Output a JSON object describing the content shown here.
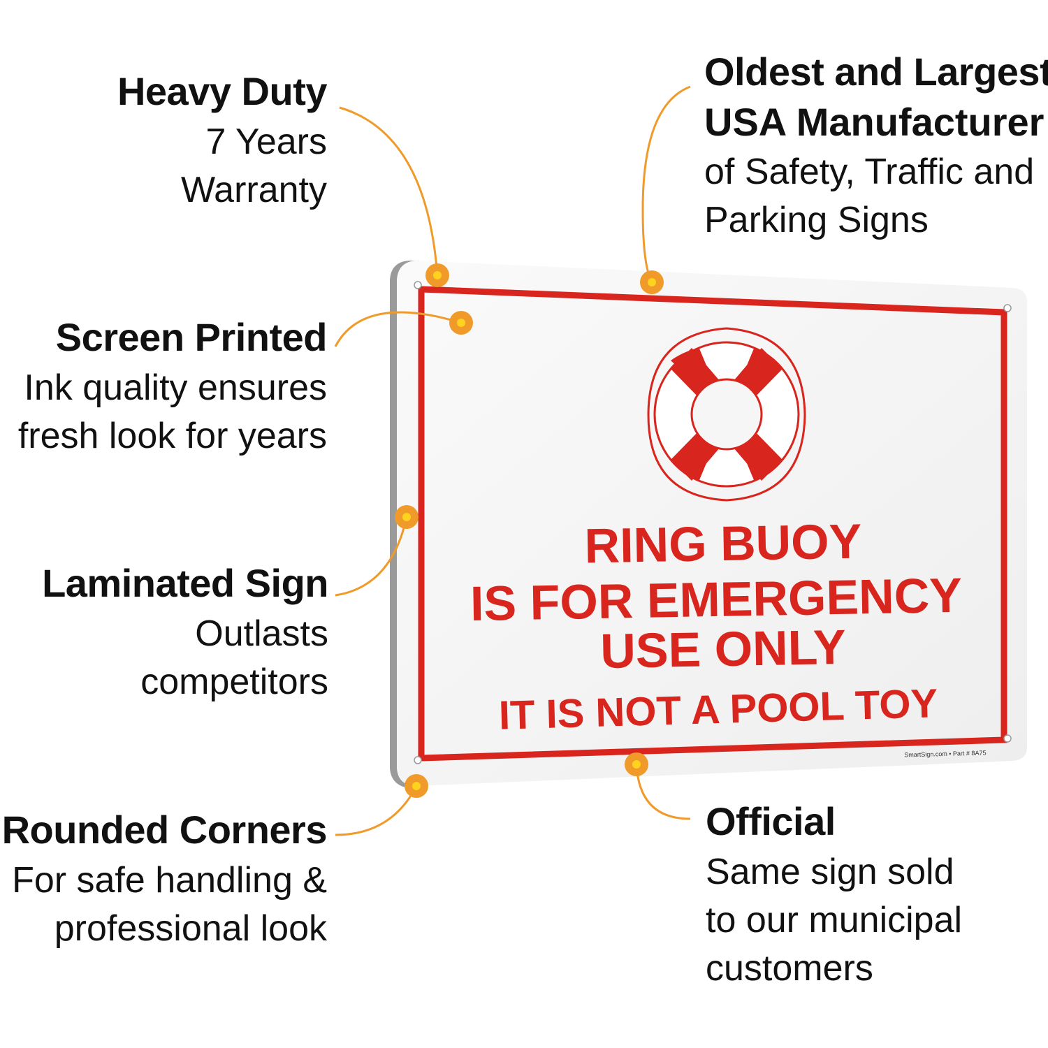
{
  "features": {
    "heavy_duty": {
      "title": "Heavy Duty",
      "lines": [
        "7 Years",
        "Warranty"
      ]
    },
    "screen_printed": {
      "title": "Screen Printed",
      "lines": [
        "Ink quality ensures",
        "fresh look for years"
      ]
    },
    "laminated": {
      "title": "Laminated Sign",
      "lines": [
        "Outlasts",
        "competitors"
      ]
    },
    "rounded": {
      "title": "Rounded Corners",
      "lines": [
        "For safe handling &",
        "professional look"
      ]
    },
    "oldest": {
      "title": "Oldest and Largest",
      "lines": [
        "USA Manufacturer",
        "of Safety, Traffic and",
        "Parking Signs"
      ]
    },
    "official": {
      "title": "Official",
      "lines": [
        "Same sign sold",
        "to our municipal",
        "customers"
      ]
    }
  },
  "sign": {
    "line1": "RING BUOY",
    "line2": "IS FOR EMERGENCY",
    "line3": "USE ONLY",
    "line4": "IT IS NOT A POOL TOY",
    "footer": "SmartSign.com • Part # 8A75",
    "icon": "ring-buoy-icon"
  },
  "colors": {
    "sign_red": "#d8251d",
    "callout_orange": "#f09a2a",
    "dot_yellow": "#ffd21f",
    "text": "#111111"
  }
}
